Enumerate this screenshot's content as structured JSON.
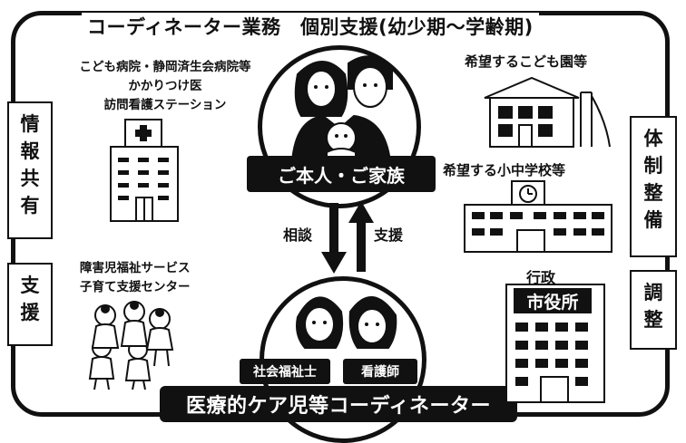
{
  "title": "コーディネーター業務　個別支援(幼少期～学齢期)",
  "left_boxes": {
    "info_share": [
      "情",
      "報",
      "共",
      "有"
    ],
    "support": [
      "支",
      "援"
    ]
  },
  "right_boxes": {
    "system": [
      "体",
      "制",
      "整",
      "備"
    ],
    "adjust": [
      "調",
      "整"
    ]
  },
  "hospital_labels": [
    "こども病院・静岡済生会病院等",
    "かかりつけ医",
    "訪問看護ステーション"
  ],
  "welfare_labels": [
    "障害児福祉サービス",
    "子育て支援センター"
  ],
  "kindergarten_label": "希望するこども園等",
  "school_label": "希望する小中学校等",
  "admin_label": "行政",
  "cityhall_sign": "市役所",
  "family_banner": "ご本人・ご家族",
  "arrow_consult": "相談",
  "arrow_support": "支援",
  "role_social_worker": "社会福祉士",
  "role_nurse": "看護師",
  "coordinator_banner": "医療的ケア児等コーディネーター"
}
